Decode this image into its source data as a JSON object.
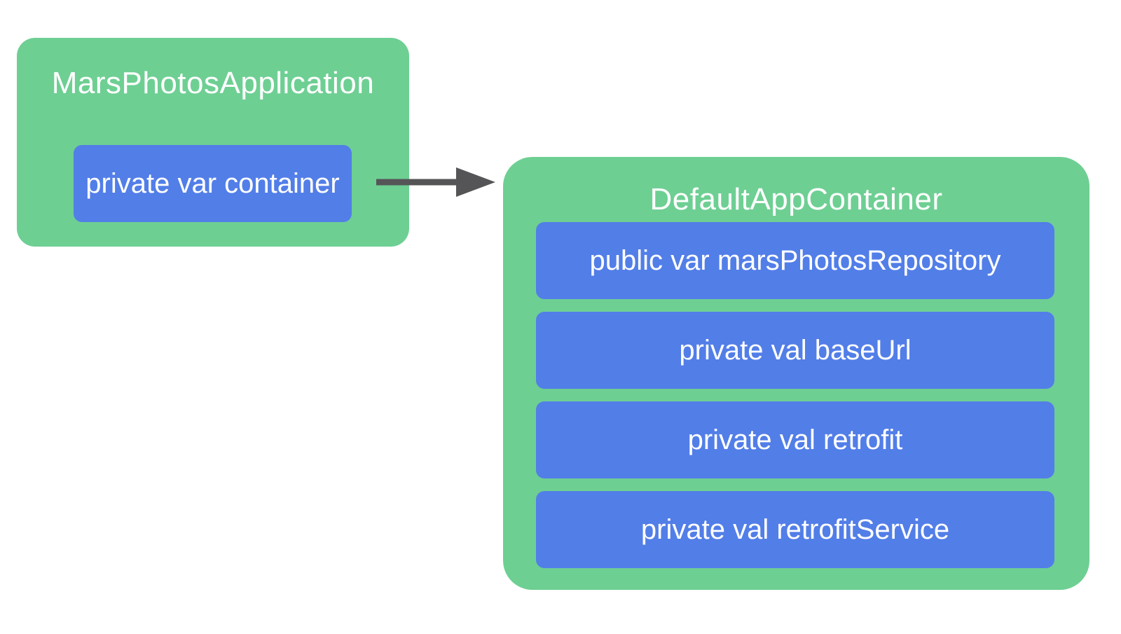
{
  "app_box": {
    "title": "MarsPhotosApplication",
    "field": "private var container"
  },
  "arrow": {
    "from": "private var container",
    "to": "DefaultAppContainer",
    "direction": "right"
  },
  "container_box": {
    "title": "DefaultAppContainer",
    "fields": [
      "public var marsPhotosRepository",
      "private val baseUrl",
      "private val retrofit",
      "private val retrofitService"
    ]
  },
  "colors": {
    "box_green": "#6ECF93",
    "chip_blue": "#527EE8",
    "arrow_gray": "#555557",
    "text_white": "#FFFFFF",
    "background": "#FFFFFF"
  }
}
